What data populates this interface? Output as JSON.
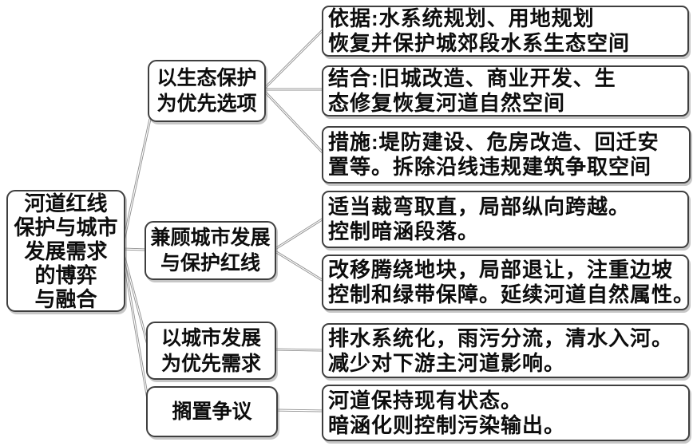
{
  "diagram": {
    "title": "河道红线保护与城市发展需求的博弈与融合",
    "root": {
      "text": "河道红线\n保护与城市\n发展需求\n的博弈\n与融合"
    },
    "branches": [
      {
        "text": "以生态保护\n为优先选项"
      },
      {
        "text": "兼顾城市发展\n与保护红线"
      },
      {
        "text": "以城市发展\n为优先需求"
      },
      {
        "text": "搁置争议"
      }
    ],
    "leaves": [
      {
        "parent": "以生态保护为优先选项",
        "text": "依据:水系统规划、用地规划\n恢复并保护城郊段水系生态空间"
      },
      {
        "parent": "以生态保护为优先选项",
        "text": "结合:旧城改造、商业开发、生\n态修复恢复河道自然空间"
      },
      {
        "parent": "以生态保护为优先选项",
        "text": "措施:堤防建设、危房改造、回迁安\n置等。拆除沿线违规建筑争取空间"
      },
      {
        "parent": "兼顾城市发展与保护红线",
        "text": "适当裁弯取直，局部纵向跨越。\n控制暗涵段落。"
      },
      {
        "parent": "兼顾城市发展与保护红线",
        "text": "改移腾绕地块，局部退让，注重边坡\n控制和绿带保障。延续河道自然属性。"
      },
      {
        "parent": "以城市发展为优先需求",
        "text": "排水系统化，雨污分流，清水入河。\n减少对下游主河道影响。"
      },
      {
        "parent": "搁置争议",
        "text": "河道保持现有状态。\n暗涵化则控制污染输出。"
      }
    ],
    "colors": {
      "border": "#3f3f3f",
      "connector": "#8f8f8f",
      "text": "#0d0d0d",
      "background": "#ffffff"
    }
  }
}
